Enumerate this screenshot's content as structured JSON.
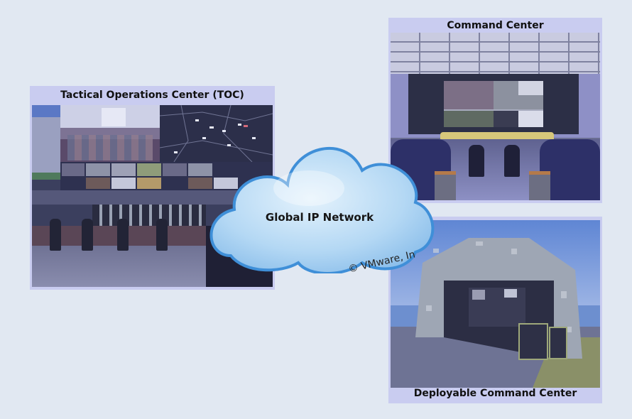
{
  "panels": {
    "toc": {
      "title": "Tactical Operations Center (TOC)"
    },
    "command_center": {
      "title": "Command Center"
    },
    "deployable": {
      "title": "Deployable Command Center"
    }
  },
  "cloud": {
    "label": "Global IP Network"
  },
  "copyright": "© VMware, In",
  "colors": {
    "background": "#e1e8f2",
    "panel": "#c9ccf0",
    "cloud_fill": "#bfe0f7",
    "cloud_edge": "#3f8fd8"
  }
}
